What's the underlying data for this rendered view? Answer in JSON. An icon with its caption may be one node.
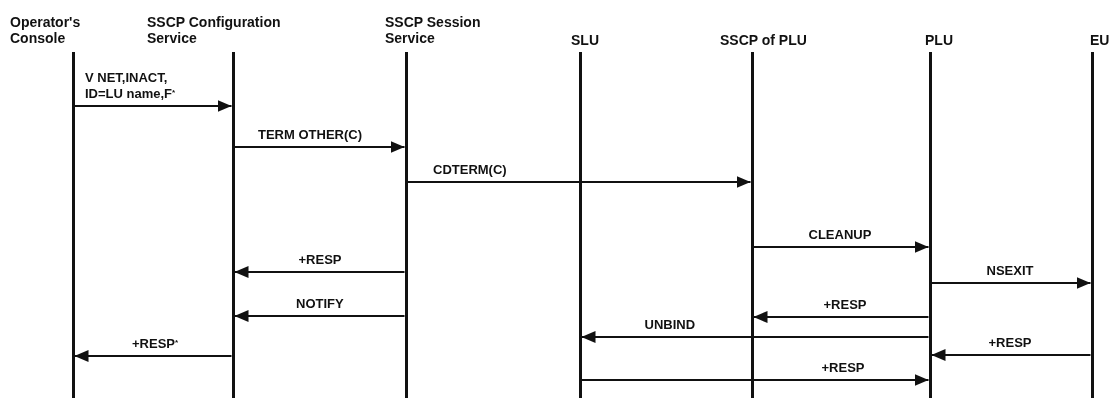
{
  "diagram": {
    "nodes": [
      {
        "text": [],
        "shape": "line",
        "beside": [
          "Operator's Console"
        ]
      },
      {
        "text": [],
        "shape": "line",
        "beside": [
          "SSCP Configuration Service"
        ]
      },
      {
        "text": [],
        "shape": "line",
        "beside": [
          "SSCP Session Service"
        ]
      },
      {
        "text": [],
        "shape": "line",
        "beside": [
          "SLU"
        ]
      },
      {
        "text": [],
        "shape": "line",
        "beside": [
          "SSCP of PLU"
        ]
      },
      {
        "text": [],
        "shape": "line",
        "beside": [
          "PLU"
        ]
      },
      {
        "text": [],
        "shape": "line",
        "beside": [
          "EU"
        ]
      }
    ],
    "edges": [
      {
        "from": 0,
        "to": 1,
        "arrow": "to",
        "label": "V NET,INACT, ID=LU name,F$^{*}$"
      },
      {
        "from": 1,
        "to": 2,
        "arrow": "to",
        "label": "TERM OTHER(C)"
      },
      {
        "from": 2,
        "to": 4,
        "arrow": "to",
        "label": "CDTERM(C)"
      },
      {
        "from": 4,
        "to": 5,
        "arrow": "to",
        "label": "CLEANUP"
      },
      {
        "from": 2,
        "to": 1,
        "arrow": "to",
        "label": "+RESP"
      },
      {
        "from": 5,
        "to": 6,
        "arrow": "to",
        "label": "NSEXIT"
      },
      {
        "from": 2,
        "to": 1,
        "arrow": "to",
        "label": "NOTIFY"
      },
      {
        "from": 5,
        "to": 4,
        "arrow": "to",
        "label": "+RESP"
      },
      {
        "from": 5,
        "to": 3,
        "arrow": "to",
        "label": "UNBIND"
      },
      {
        "from": 1,
        "to": 0,
        "arrow": "to",
        "label": "+RESP$^{*}$"
      },
      {
        "from": 6,
        "to": 5,
        "arrow": "to",
        "label": "+RESP"
      },
      {
        "from": 3,
        "to": 5,
        "arrow": "to",
        "label": "+RESP"
      }
    ]
  }
}
